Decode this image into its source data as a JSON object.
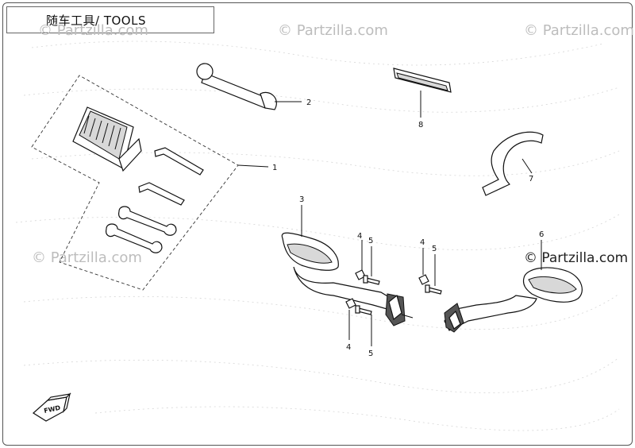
{
  "title": "随车工具/ TOOLS",
  "watermarks": [
    "© Partzilla.com",
    "© Partzilla.com",
    "© Partzilla.com",
    "© Partzilla.com",
    "© Partzilla.com"
  ],
  "callouts": [
    "1",
    "2",
    "3",
    "4",
    "5",
    "4",
    "5",
    "4",
    "5",
    "6",
    "7",
    "8"
  ],
  "fwd_label": "FWD"
}
